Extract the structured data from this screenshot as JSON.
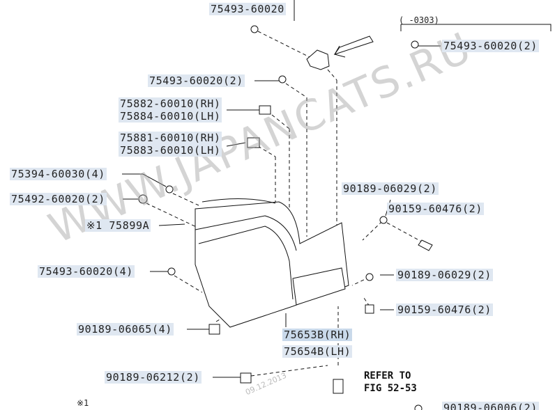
{
  "labels": {
    "top_part": "75493-60020",
    "range_note": "(      -0303)",
    "right_part": "75493-60020(2)",
    "part_2": "75493-60020(2)",
    "part_rh_1": "75882-60010(RH)",
    "part_lh_1": "75884-60010(LH)",
    "part_rh_2": "75881-60010(RH)",
    "part_lh_2": "75883-60010(LH)",
    "part_3": "75394-60030(4)",
    "part_4": "75492-60020(2)",
    "note_part": "※1 75899A",
    "part_5": "75493-60020(4)",
    "part_6": "90189-06065(4)",
    "part_7": "90189-06212(2)",
    "right_a": "90189-06029(2)",
    "right_b": "90159-60476(2)",
    "right_c": "90189-06029(2)",
    "right_d": "90159-60476(2)",
    "main_rh": "75653B(RH)",
    "main_lh": "75654B(LH)",
    "refer_1": "REFER TO",
    "refer_2": "FIG 52-53",
    "footnote": "※1",
    "bottom_right": "90189-06006(2)"
  },
  "watermark": {
    "text": "WWW.JAPANCATS.RU",
    "date": "09.12.2013"
  },
  "colors": {
    "label_bg": "#dfe7f1",
    "highlight_bg": "#c9d9ea",
    "line": "#111111"
  }
}
